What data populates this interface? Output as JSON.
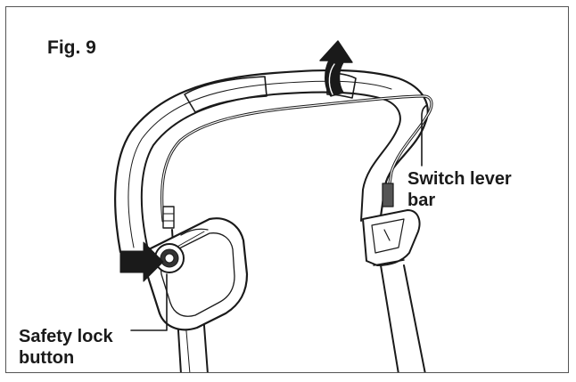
{
  "figure": {
    "title": "Fig. 9"
  },
  "callouts": {
    "switch_lever_bar": [
      "Switch lever",
      "bar"
    ],
    "safety_lock_button": [
      "Safety lock",
      "button"
    ]
  },
  "colors": {
    "line": "#1a1a1a",
    "fill": "#ffffff",
    "frame": "#555555"
  }
}
